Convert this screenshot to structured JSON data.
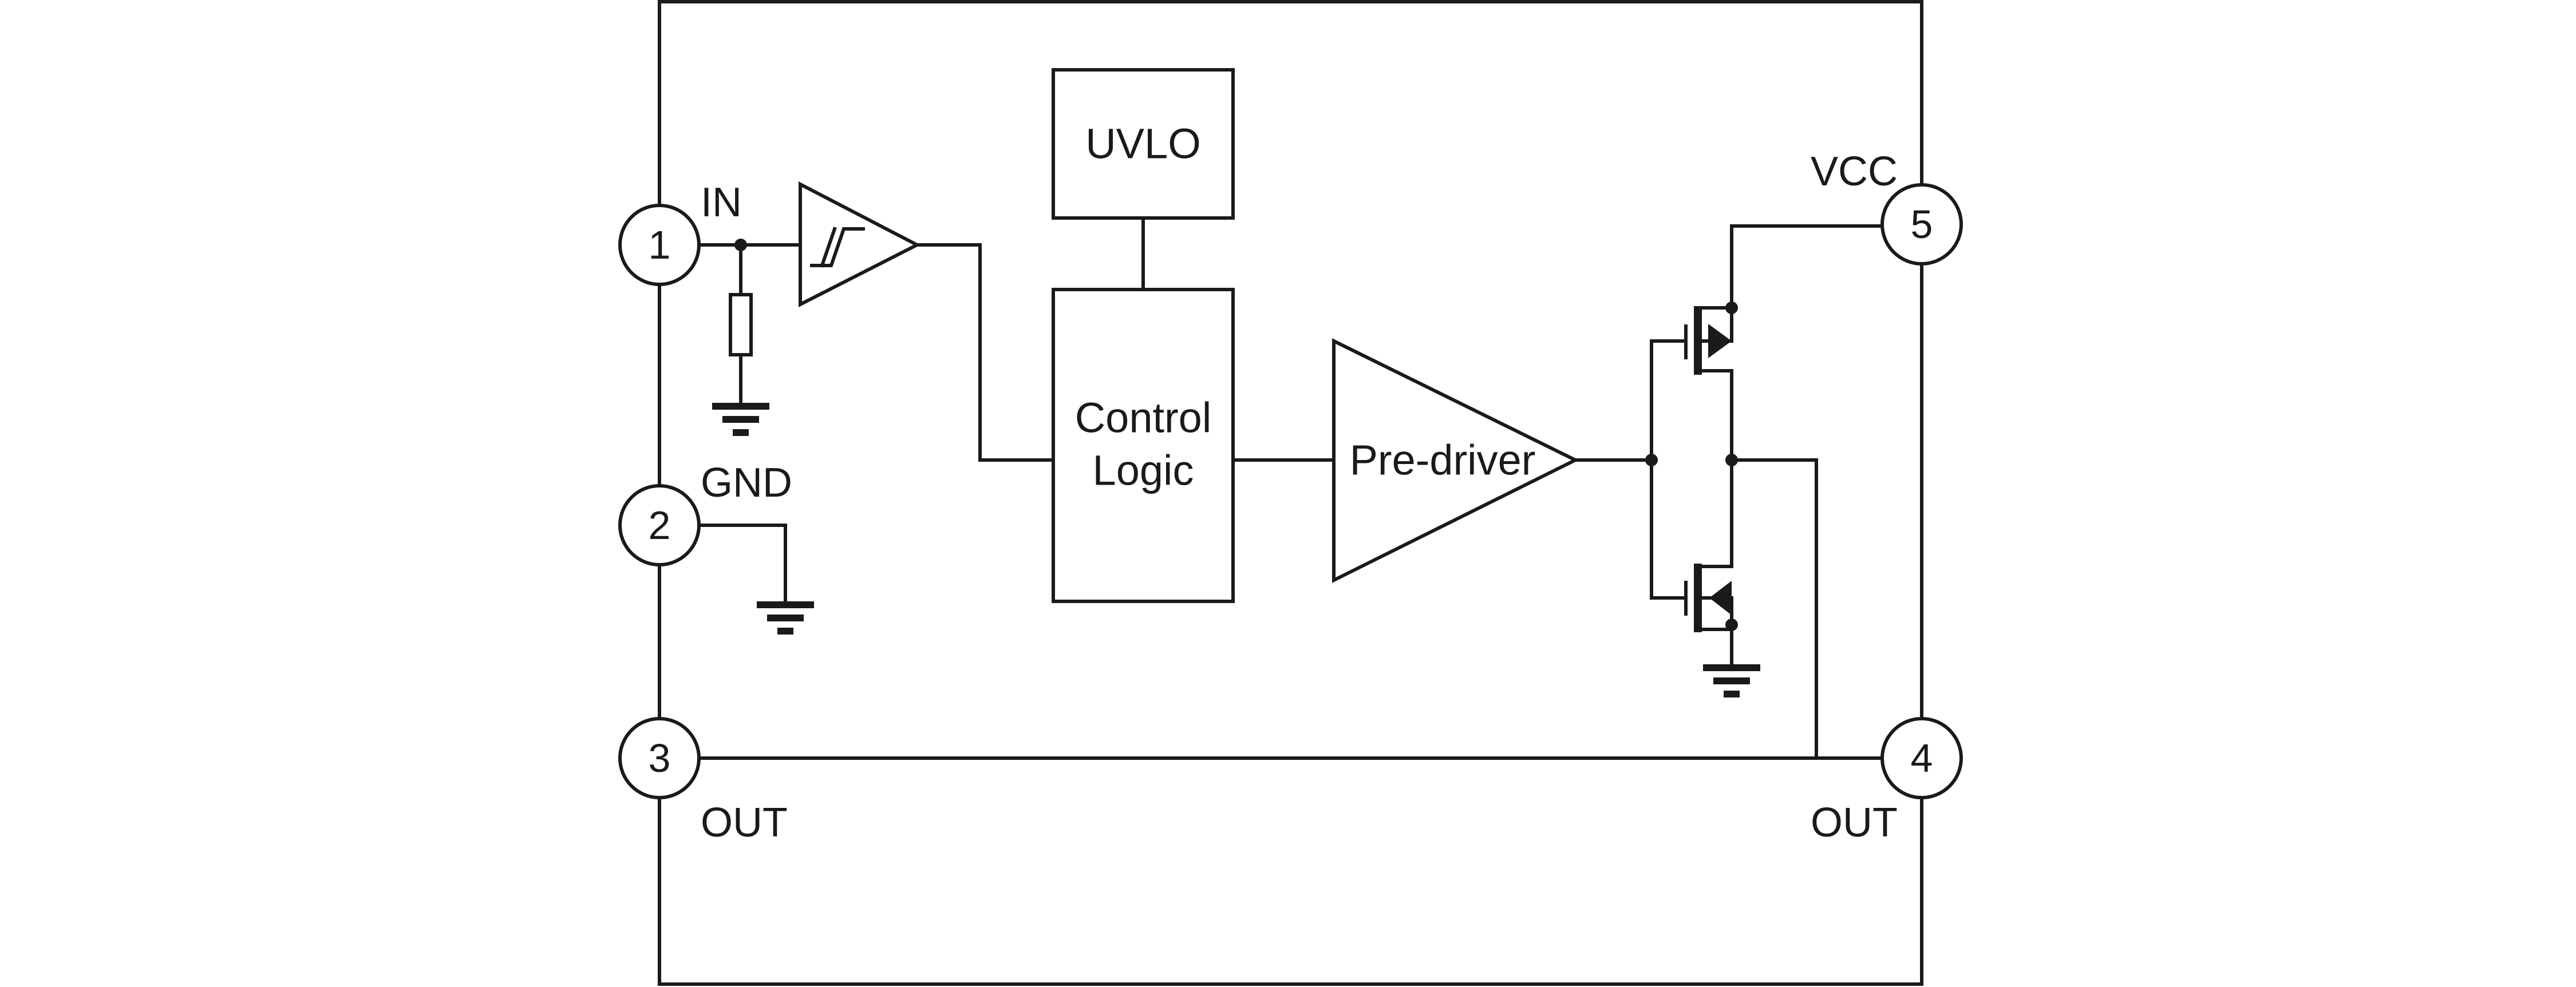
{
  "pins": [
    {
      "number": "1",
      "label": "IN"
    },
    {
      "number": "2",
      "label": "GND"
    },
    {
      "number": "3",
      "label": "OUT"
    },
    {
      "number": "4",
      "label": "OUT"
    },
    {
      "number": "5",
      "label": "VCC"
    }
  ],
  "blocks": {
    "uvlo": "UVLO",
    "control_line1": "Control",
    "control_line2": "Logic",
    "predriver": "Pre-driver"
  }
}
